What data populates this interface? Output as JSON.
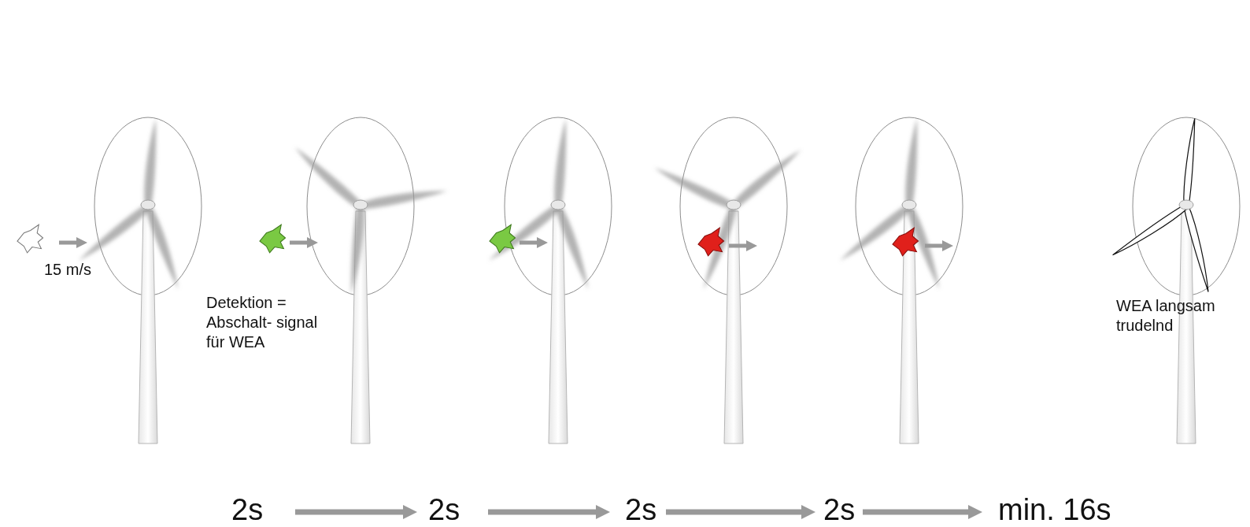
{
  "diagram": {
    "labels": [
      "15 m/s",
      "Detektion = Abschalt- signal für WEA",
      "WEA langsam trudelnd",
      "2s",
      "2s",
      "2s",
      "2s",
      "min. 16s"
    ]
  }
}
